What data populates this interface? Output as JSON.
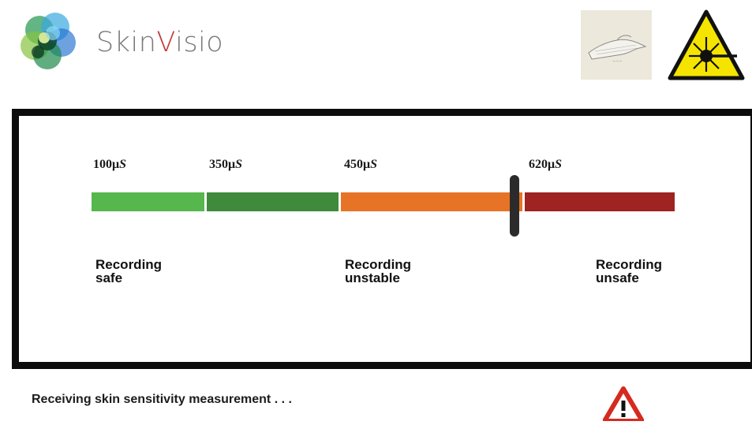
{
  "app": {
    "logo_icon": "flower-swirl-logo-icon",
    "brand_prefix": "Skin",
    "brand_accent": "V",
    "brand_suffix": "isio",
    "brand_color": "#7a7a7a",
    "brand_accent_color": "#c23b3b"
  },
  "header_icons": {
    "hand_icon": "hand-scan-icon",
    "laser_icon": "laser-warning-icon"
  },
  "scale": {
    "thresholds": [
      {
        "value": "100μ",
        "unit": "S"
      },
      {
        "value": "350μ",
        "unit": "S"
      },
      {
        "value": "450μ",
        "unit": "S"
      },
      {
        "value": "620μ",
        "unit": "S"
      }
    ],
    "segments": [
      {
        "name": "safe-light",
        "color": "#56b74c"
      },
      {
        "name": "safe-dark",
        "color": "#3f8a3b"
      },
      {
        "name": "unstable",
        "color": "#e77327"
      },
      {
        "name": "unsafe",
        "color": "#9e2321"
      }
    ],
    "zones": [
      {
        "line1": "Recording",
        "line2": "safe"
      },
      {
        "line1": "Recording",
        "line2": "unstable"
      },
      {
        "line1": "Recording",
        "line2": "unsafe"
      }
    ]
  },
  "status": {
    "message": "Receiving skin sensitivity measurement  . . .",
    "alert_icon": "warning-triangle-icon"
  }
}
